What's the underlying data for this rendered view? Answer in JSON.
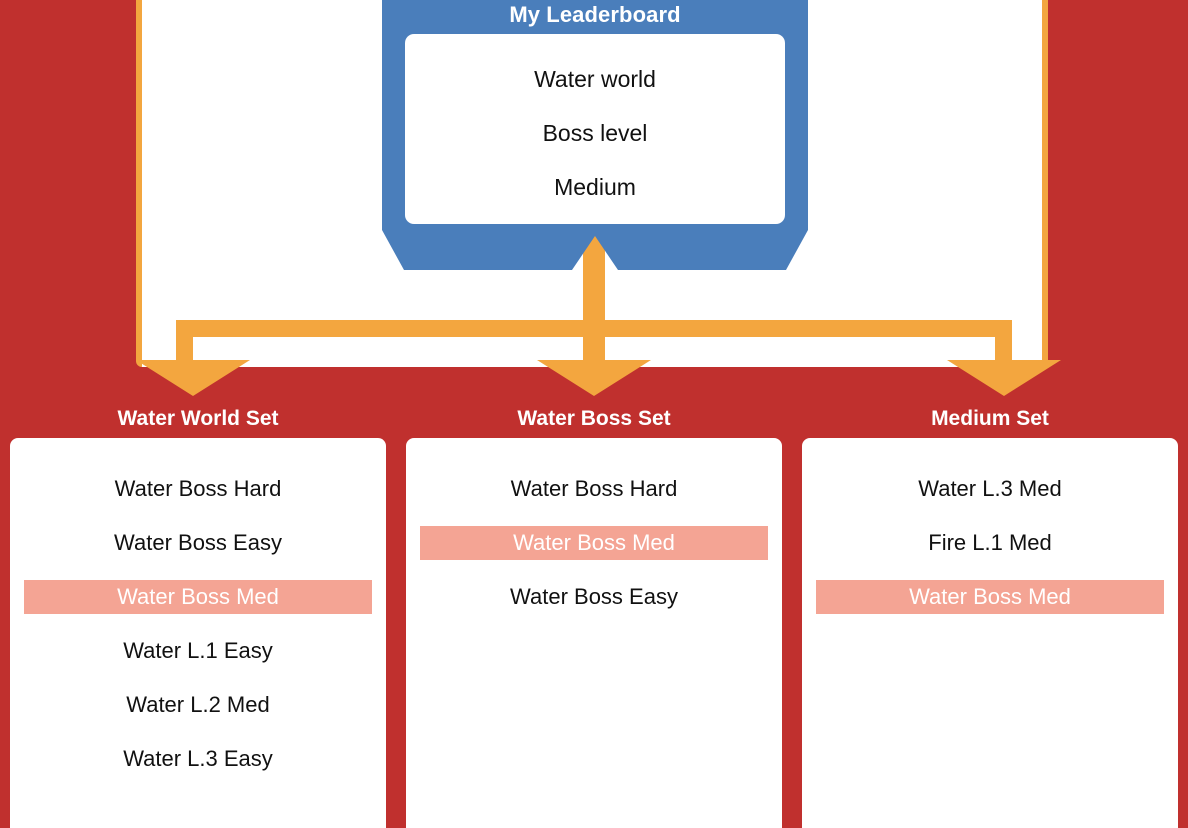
{
  "colors": {
    "background_red": "#c0302e",
    "banner_blue": "#4a7ebb",
    "connector_orange": "#f3a63f",
    "highlight_salmon": "#f4a494",
    "card_white": "#ffffff",
    "text_dark": "#111111"
  },
  "banner": {
    "title": "My Leaderboard",
    "lines": [
      "Water world",
      "Boss level",
      "Medium"
    ]
  },
  "sets": [
    {
      "title": "Water World Set",
      "items": [
        {
          "label": "Water Boss Hard",
          "highlighted": false
        },
        {
          "label": "Water Boss Easy",
          "highlighted": false
        },
        {
          "label": "Water Boss Med",
          "highlighted": true
        },
        {
          "label": "Water L.1 Easy",
          "highlighted": false
        },
        {
          "label": "Water L.2 Med",
          "highlighted": false
        },
        {
          "label": "Water L.3 Easy",
          "highlighted": false
        }
      ]
    },
    {
      "title": "Water Boss Set",
      "items": [
        {
          "label": "Water Boss Hard",
          "highlighted": false
        },
        {
          "label": "Water Boss Med",
          "highlighted": true
        },
        {
          "label": "Water Boss Easy",
          "highlighted": false
        }
      ]
    },
    {
      "title": "Medium Set",
      "items": [
        {
          "label": "Water L.3 Med",
          "highlighted": false
        },
        {
          "label": "Fire L.1 Med",
          "highlighted": false
        },
        {
          "label": "Water Boss Med",
          "highlighted": true
        }
      ]
    }
  ]
}
